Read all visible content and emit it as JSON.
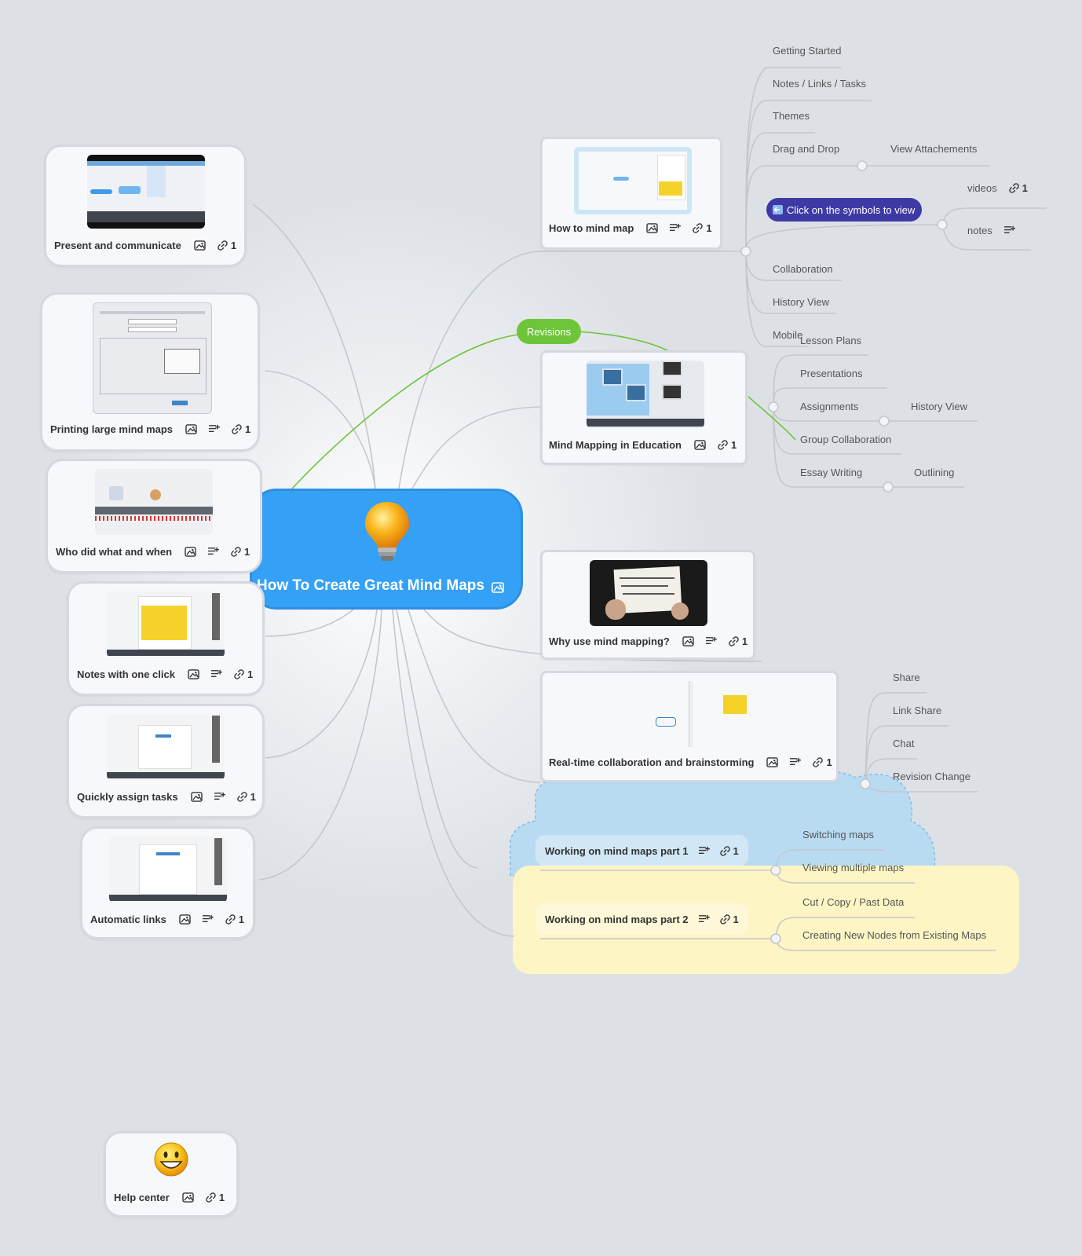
{
  "central": {
    "title": "How To Create Great Mind Maps"
  },
  "left_cards": {
    "present": {
      "label": "Present and communicate",
      "link_count": "1"
    },
    "printing": {
      "label": "Printing large mind maps",
      "link_count": "1"
    },
    "who": {
      "label": "Who did what and when",
      "link_count": "1"
    },
    "notes": {
      "label": "Notes with one click",
      "link_count": "1"
    },
    "tasks": {
      "label": "Quickly assign tasks",
      "link_count": "1"
    },
    "autolinks": {
      "label": "Automatic links",
      "link_count": "1"
    },
    "help": {
      "label": "Help center",
      "link_count": "1"
    }
  },
  "right_cards": {
    "howto": {
      "label": "How to mind map",
      "link_count": "1",
      "children": [
        "Getting Started",
        "Notes / Links / Tasks",
        "Themes",
        "Drag and Drop",
        "Collaboration",
        "History View",
        "Mobile"
      ],
      "drag_child": "View Attachements",
      "callout": "Click on the symbols to view",
      "callout_icon": "back-arrow-icon",
      "callout_children": {
        "videos": "videos",
        "videos_count": "1",
        "notes": "notes"
      }
    },
    "revisions": {
      "label": "Revisions"
    },
    "education": {
      "label": "Mind Mapping in Education",
      "link_count": "1",
      "children": [
        "Lesson Plans",
        "Presentations",
        "Assignments",
        "Group Collaboration",
        "Essay Writing"
      ],
      "assignments_child": "History View",
      "essay_child": "Outlining"
    },
    "why": {
      "label": "Why use mind mapping?",
      "link_count": "1"
    },
    "realtime": {
      "label": "Real-time collaboration and brainstorming",
      "link_count": "1",
      "children": [
        "Share",
        "Link Share",
        "Chat",
        "Revision Change"
      ]
    },
    "part1": {
      "label": "Working on mind maps part 1",
      "link_count": "1",
      "children": [
        "Switching maps",
        "Viewing multiple maps"
      ]
    },
    "part2": {
      "label": "Working on mind maps part 2",
      "link_count": "1",
      "children": [
        "Cut / Copy / Past Data",
        "Creating New Nodes from Existing Maps"
      ]
    }
  },
  "colors": {
    "central": "#35a1f6",
    "revisions": "#6fc53a",
    "callout": "#3e3aa5",
    "cloud_blue": "#b9dbf1",
    "cloud_yellow": "#fdf5c4",
    "branch": "#c4c8cc"
  },
  "icons": {
    "image": "image-icon",
    "notes": "notes-icon",
    "link": "link-icon",
    "bulb": "lightbulb-icon",
    "smiley": "smiley-icon"
  }
}
